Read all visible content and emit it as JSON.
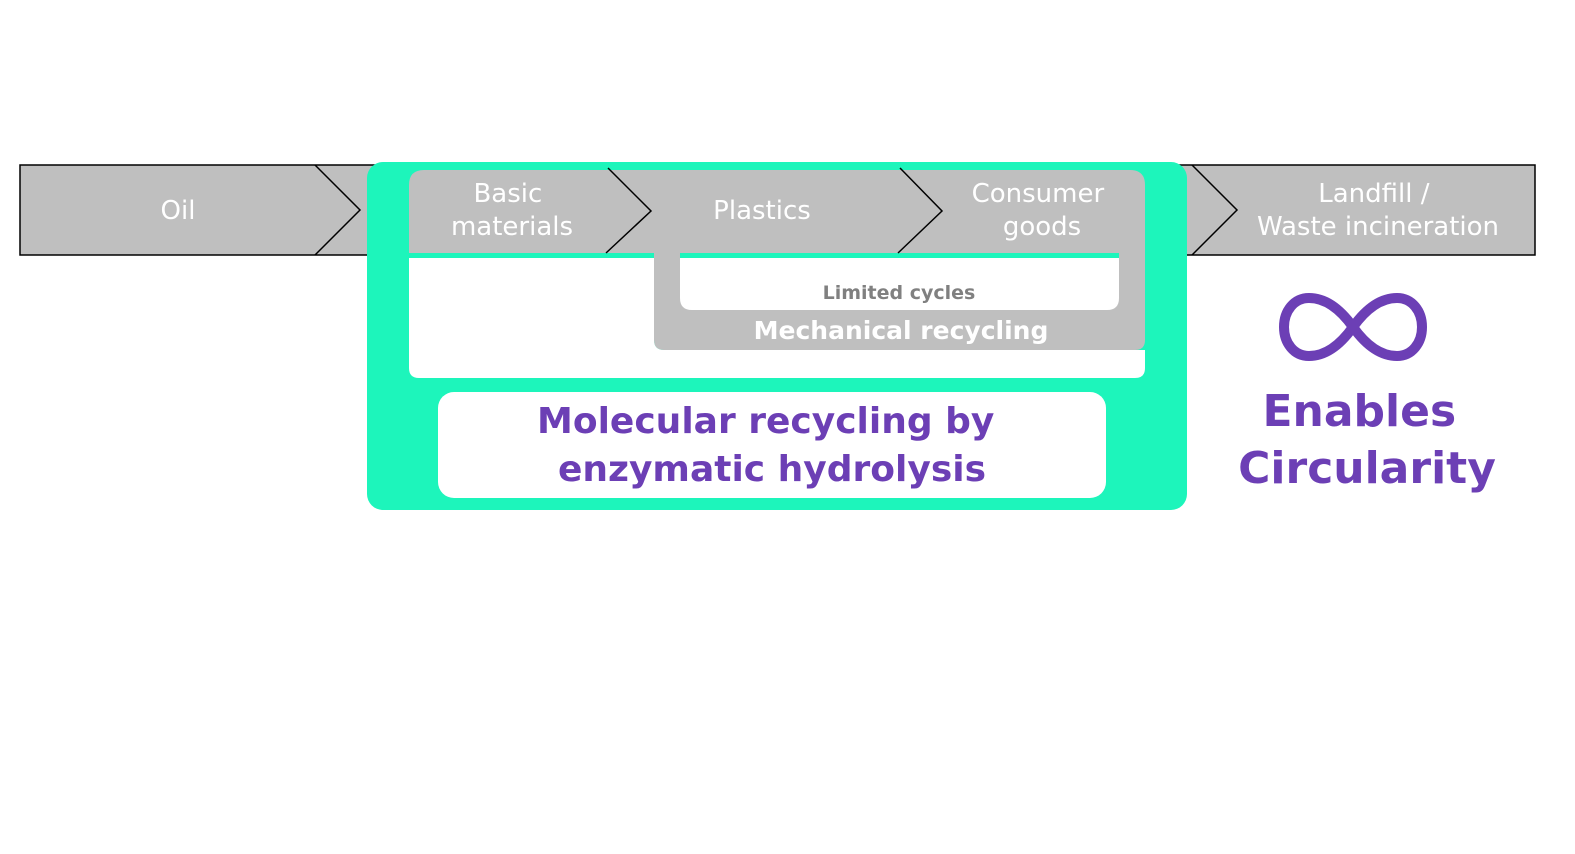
{
  "stages": {
    "oil": {
      "lines": [
        "Oil"
      ]
    },
    "basic_materials": {
      "lines": [
        "Basic",
        "materials"
      ]
    },
    "plastics": {
      "lines": [
        "Plastics"
      ]
    },
    "consumer_goods": {
      "lines": [
        "Consumer",
        "goods"
      ]
    },
    "landfill": {
      "lines": [
        "Landfill /",
        "Waste incineration"
      ]
    }
  },
  "mechanical": {
    "label": "Mechanical recycling",
    "limited_label": "Limited cycles"
  },
  "molecular": {
    "lines": [
      "Molecular recycling by",
      "enzymatic hydrolysis"
    ]
  },
  "outcome": {
    "icon": "infinity-icon",
    "lines": [
      "Enables",
      "Circularity"
    ]
  },
  "colors": {
    "chevron_gray": "#bfbfbf",
    "mint": "#1df5bb",
    "purple": "#6c3fb5",
    "white": "#ffffff",
    "dark_text": "#808080"
  }
}
